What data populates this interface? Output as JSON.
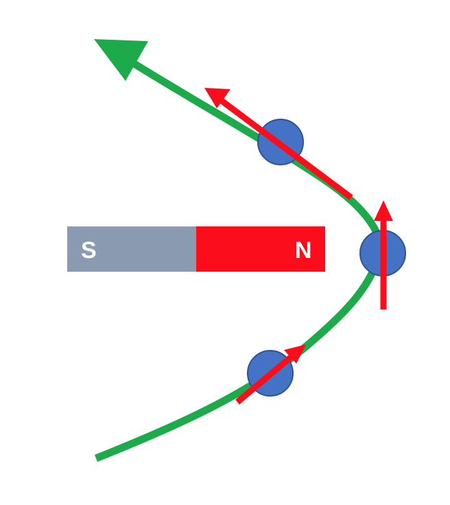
{
  "magnet": {
    "south_label": "S",
    "north_label": "N",
    "south_color": "#8a9ab0",
    "north_color": "#fc0d1b"
  },
  "colors": {
    "path": "#1daa4a",
    "velocity_arrow": "#fc0d1b",
    "particle_fill": "#4472c4",
    "particle_stroke": "#2f528f"
  },
  "particles": [
    {
      "name": "particle-top"
    },
    {
      "name": "particle-middle"
    },
    {
      "name": "particle-bottom"
    }
  ]
}
